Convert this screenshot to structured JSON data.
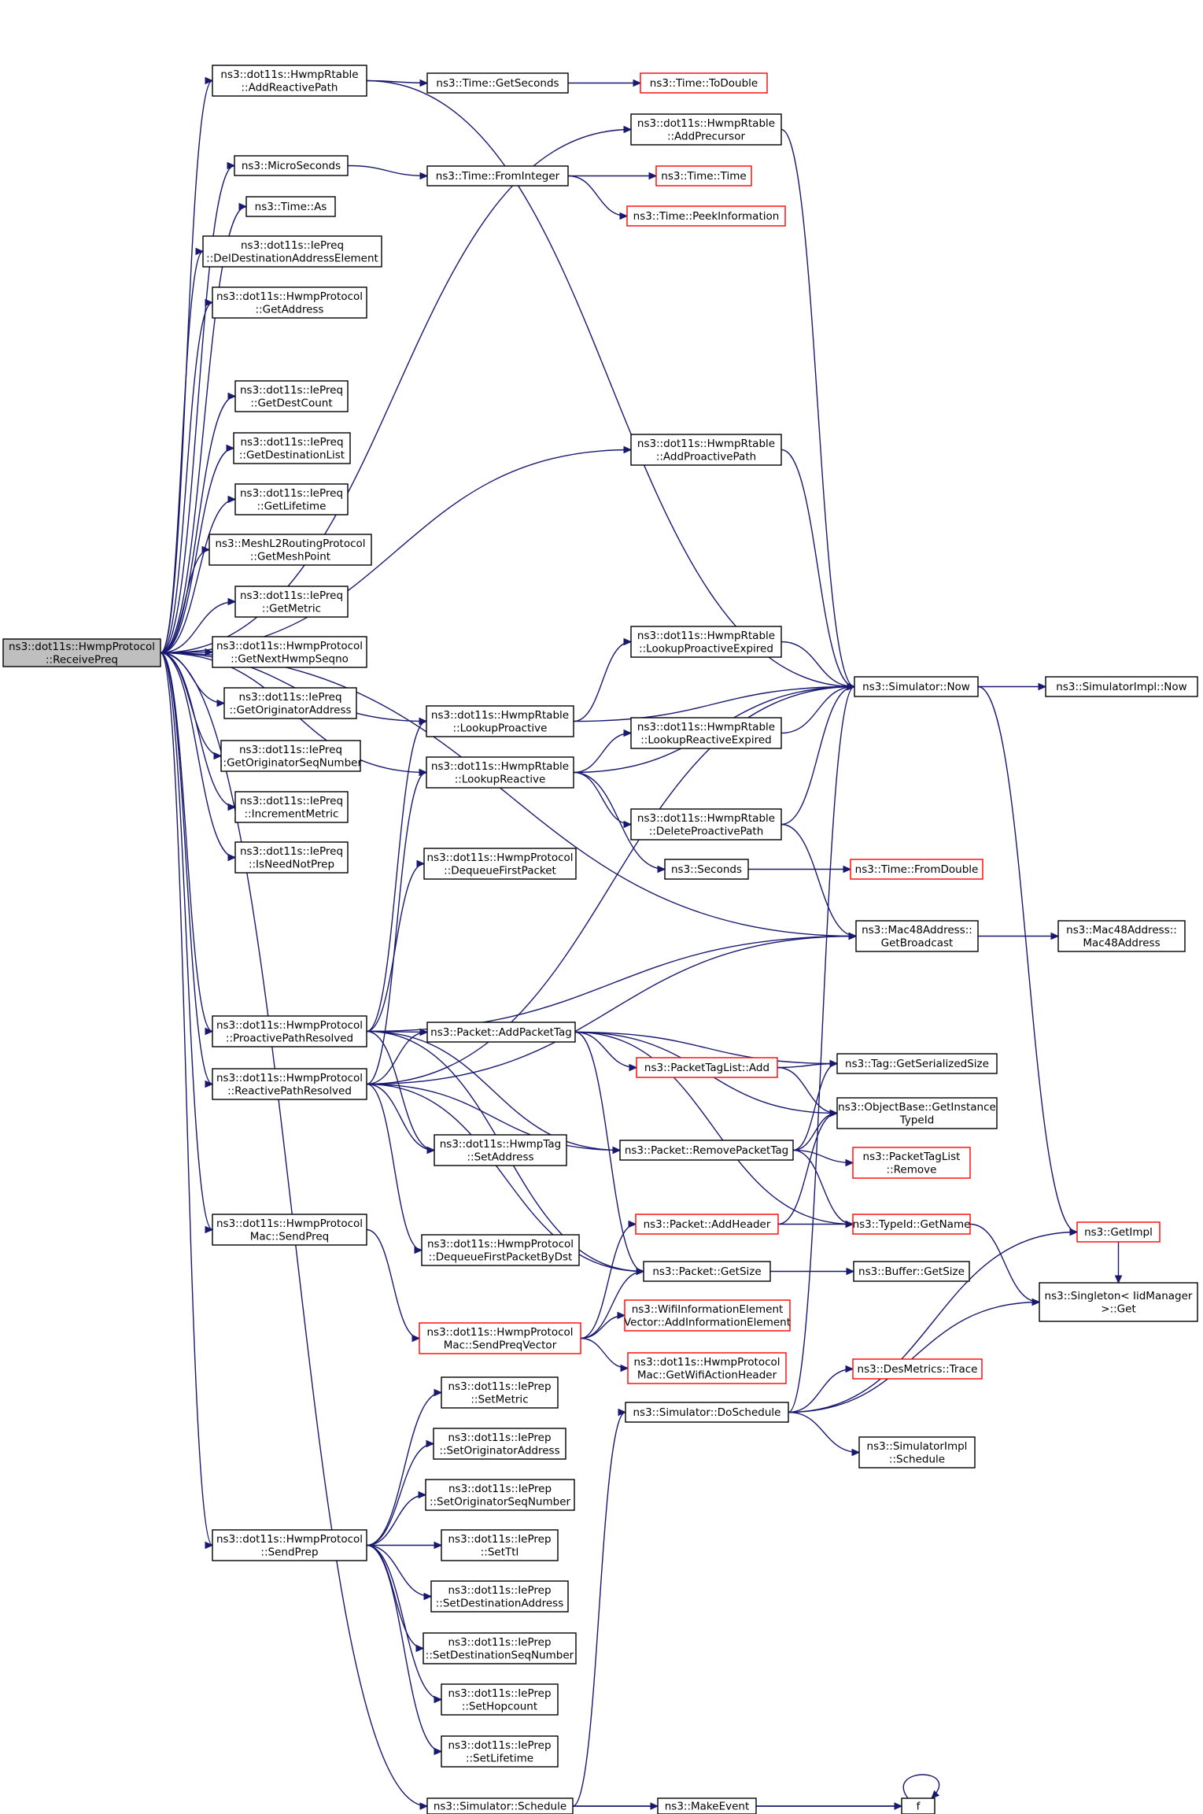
{
  "diagram": {
    "type": "call-graph",
    "nodes": [
      {
        "id": "receive",
        "lines": [
          "ns3::dot11s::HwmpProtocol",
          "::ReceivePreq"
        ],
        "highlight": true
      },
      {
        "id": "addreactivepath",
        "lines": [
          "ns3::dot11s::HwmpRtable",
          "::AddReactivePath"
        ]
      },
      {
        "id": "getseconds",
        "lines": [
          "ns3::Time::GetSeconds"
        ]
      },
      {
        "id": "todouble",
        "lines": [
          "ns3::Time::ToDouble"
        ],
        "truncated": true
      },
      {
        "id": "addprecursor",
        "lines": [
          "ns3::dot11s::HwmpRtable",
          "::AddPrecursor"
        ]
      },
      {
        "id": "microseconds",
        "lines": [
          "ns3::MicroSeconds"
        ]
      },
      {
        "id": "frominteger",
        "lines": [
          "ns3::Time::FromInteger"
        ]
      },
      {
        "id": "timetime",
        "lines": [
          "ns3::Time::Time"
        ],
        "truncated": true
      },
      {
        "id": "peekinfo",
        "lines": [
          "ns3::Time::PeekInformation"
        ],
        "truncated": true
      },
      {
        "id": "timeas",
        "lines": [
          "ns3::Time::As"
        ]
      },
      {
        "id": "deldest",
        "lines": [
          "ns3::dot11s::IePreq",
          "::DelDestinationAddressElement"
        ]
      },
      {
        "id": "getaddress",
        "lines": [
          "ns3::dot11s::HwmpProtocol",
          "::GetAddress"
        ]
      },
      {
        "id": "getdestcount",
        "lines": [
          "ns3::dot11s::IePreq",
          "::GetDestCount"
        ]
      },
      {
        "id": "addproactivepath",
        "lines": [
          "ns3::dot11s::HwmpRtable",
          "::AddProactivePath"
        ]
      },
      {
        "id": "getdestlist",
        "lines": [
          "ns3::dot11s::IePreq",
          "::GetDestinationList"
        ]
      },
      {
        "id": "getlifetime",
        "lines": [
          "ns3::dot11s::IePreq",
          "::GetLifetime"
        ]
      },
      {
        "id": "getmeshpoint",
        "lines": [
          "ns3::MeshL2RoutingProtocol",
          "::GetMeshPoint"
        ]
      },
      {
        "id": "getmetric",
        "lines": [
          "ns3::dot11s::IePreq",
          "::GetMetric"
        ]
      },
      {
        "id": "getnexthwmp",
        "lines": [
          "ns3::dot11s::HwmpProtocol",
          "::GetNextHwmpSeqno"
        ]
      },
      {
        "id": "getorigaddr",
        "lines": [
          "ns3::dot11s::IePreq",
          "::GetOriginatorAddress"
        ]
      },
      {
        "id": "getorigseq",
        "lines": [
          "ns3::dot11s::IePreq",
          "::GetOriginatorSeqNumber"
        ]
      },
      {
        "id": "incmetric",
        "lines": [
          "ns3::dot11s::IePreq",
          "::IncrementMetric"
        ]
      },
      {
        "id": "isneednotprep",
        "lines": [
          "ns3::dot11s::IePreq",
          "::IsNeedNotPrep"
        ]
      },
      {
        "id": "lookupproactiveexp",
        "lines": [
          "ns3::dot11s::HwmpRtable",
          "::LookupProactiveExpired"
        ]
      },
      {
        "id": "simnow",
        "lines": [
          "ns3::Simulator::Now"
        ]
      },
      {
        "id": "simimplnow",
        "lines": [
          "ns3::SimulatorImpl::Now"
        ]
      },
      {
        "id": "lookupproactive",
        "lines": [
          "ns3::dot11s::HwmpRtable",
          "::LookupProactive"
        ]
      },
      {
        "id": "lookupreactiveexp",
        "lines": [
          "ns3::dot11s::HwmpRtable",
          "::LookupReactiveExpired"
        ]
      },
      {
        "id": "lookupreactive",
        "lines": [
          "ns3::dot11s::HwmpRtable",
          "::LookupReactive"
        ]
      },
      {
        "id": "deleteproactive",
        "lines": [
          "ns3::dot11s::HwmpRtable",
          "::DeleteProactivePath"
        ]
      },
      {
        "id": "dequeuefirst",
        "lines": [
          "ns3::dot11s::HwmpProtocol",
          "::DequeueFirstPacket"
        ]
      },
      {
        "id": "seconds",
        "lines": [
          "ns3::Seconds"
        ]
      },
      {
        "id": "fromdouble",
        "lines": [
          "ns3::Time::FromDouble"
        ],
        "truncated": true
      },
      {
        "id": "getbroadcast",
        "lines": [
          "ns3::Mac48Address::",
          "GetBroadcast"
        ]
      },
      {
        "id": "mac48",
        "lines": [
          "ns3::Mac48Address::",
          "Mac48Address"
        ]
      },
      {
        "id": "proactiveresolved",
        "lines": [
          "ns3::dot11s::HwmpProtocol",
          "::ProactivePathResolved"
        ]
      },
      {
        "id": "addpackettag",
        "lines": [
          "ns3::Packet::AddPacketTag"
        ]
      },
      {
        "id": "ptladd",
        "lines": [
          "ns3::PacketTagList::Add"
        ],
        "truncated": true
      },
      {
        "id": "getserialized",
        "lines": [
          "ns3::Tag::GetSerializedSize"
        ]
      },
      {
        "id": "reactiveresolved",
        "lines": [
          "ns3::dot11s::HwmpProtocol",
          "::ReactivePathResolved"
        ]
      },
      {
        "id": "getinstancetypeid",
        "lines": [
          "ns3::ObjectBase::GetInstance",
          "TypeId"
        ]
      },
      {
        "id": "setaddress",
        "lines": [
          "ns3::dot11s::HwmpTag",
          "::SetAddress"
        ]
      },
      {
        "id": "removepackettag",
        "lines": [
          "ns3::Packet::RemovePacketTag"
        ]
      },
      {
        "id": "ptlremove",
        "lines": [
          "ns3::PacketTagList",
          "::Remove"
        ],
        "truncated": true
      },
      {
        "id": "sendpreq",
        "lines": [
          "ns3::dot11s::HwmpProtocol",
          "Mac::SendPreq"
        ]
      },
      {
        "id": "addheader",
        "lines": [
          "ns3::Packet::AddHeader"
        ],
        "truncated": true
      },
      {
        "id": "typeidgetname",
        "lines": [
          "ns3::TypeId::GetName"
        ],
        "truncated": true
      },
      {
        "id": "getimpl",
        "lines": [
          "ns3::GetImpl"
        ],
        "truncated": true
      },
      {
        "id": "dequeuebydst",
        "lines": [
          "ns3::dot11s::HwmpProtocol",
          "::DequeueFirstPacketByDst"
        ]
      },
      {
        "id": "packetgetsize",
        "lines": [
          "ns3::Packet::GetSize"
        ]
      },
      {
        "id": "buffergetsize",
        "lines": [
          "ns3::Buffer::GetSize"
        ]
      },
      {
        "id": "singleton",
        "lines": [
          "ns3::Singleton< IidManager",
          ">::Get"
        ]
      },
      {
        "id": "sendpreqvector",
        "lines": [
          "ns3::dot11s::HwmpProtocol",
          "Mac::SendPreqVector"
        ],
        "truncated": true
      },
      {
        "id": "wifiinfo",
        "lines": [
          "ns3::WifiInformationElement",
          "Vector::AddInformationElement"
        ],
        "truncated": true
      },
      {
        "id": "getwifiaction",
        "lines": [
          "ns3::dot11s::HwmpProtocol",
          "Mac::GetWifiActionHeader"
        ],
        "truncated": true
      },
      {
        "id": "desmetrics",
        "lines": [
          "ns3::DesMetrics::Trace"
        ],
        "truncated": true
      },
      {
        "id": "setmetric",
        "lines": [
          "ns3::dot11s::IePrep",
          "::SetMetric"
        ]
      },
      {
        "id": "doschedule",
        "lines": [
          "ns3::Simulator::DoSchedule"
        ]
      },
      {
        "id": "simimplschedule",
        "lines": [
          "ns3::SimulatorImpl",
          "::Schedule"
        ]
      },
      {
        "id": "setorigaddr",
        "lines": [
          "ns3::dot11s::IePrep",
          "::SetOriginatorAddress"
        ]
      },
      {
        "id": "setorigseq",
        "lines": [
          "ns3::dot11s::IePrep",
          "::SetOriginatorSeqNumber"
        ]
      },
      {
        "id": "sendprep",
        "lines": [
          "ns3::dot11s::HwmpProtocol",
          "::SendPrep"
        ]
      },
      {
        "id": "setttl",
        "lines": [
          "ns3::dot11s::IePrep",
          "::SetTtl"
        ]
      },
      {
        "id": "setdestaddr",
        "lines": [
          "ns3::dot11s::IePrep",
          "::SetDestinationAddress"
        ]
      },
      {
        "id": "setdestseq",
        "lines": [
          "ns3::dot11s::IePrep",
          "::SetDestinationSeqNumber"
        ]
      },
      {
        "id": "sethopcount",
        "lines": [
          "ns3::dot11s::IePrep",
          "::SetHopcount"
        ]
      },
      {
        "id": "setlifetime",
        "lines": [
          "ns3::dot11s::IePrep",
          "::SetLifetime"
        ]
      },
      {
        "id": "makeevent",
        "lines": [
          "ns3::MakeEvent"
        ]
      },
      {
        "id": "f",
        "lines": [
          "f"
        ]
      },
      {
        "id": "simschedule",
        "lines": [
          "ns3::Simulator::Schedule"
        ]
      }
    ],
    "edges": [
      [
        "receive",
        "addreactivepath"
      ],
      [
        "receive",
        "addprecursor"
      ],
      [
        "receive",
        "microseconds"
      ],
      [
        "receive",
        "timeas"
      ],
      [
        "receive",
        "deldest"
      ],
      [
        "receive",
        "getaddress"
      ],
      [
        "receive",
        "addproactivepath"
      ],
      [
        "receive",
        "getdestcount"
      ],
      [
        "receive",
        "getdestlist"
      ],
      [
        "receive",
        "getlifetime"
      ],
      [
        "receive",
        "getmeshpoint"
      ],
      [
        "receive",
        "getmetric"
      ],
      [
        "receive",
        "getnexthwmp"
      ],
      [
        "receive",
        "getorigaddr"
      ],
      [
        "receive",
        "getorigseq"
      ],
      [
        "receive",
        "incmetric"
      ],
      [
        "receive",
        "isneednotprep"
      ],
      [
        "receive",
        "lookupproactive"
      ],
      [
        "receive",
        "lookupreactive"
      ],
      [
        "receive",
        "getbroadcast"
      ],
      [
        "receive",
        "proactiveresolved"
      ],
      [
        "receive",
        "reactiveresolved"
      ],
      [
        "receive",
        "sendpreq"
      ],
      [
        "receive",
        "sendprep"
      ],
      [
        "receive",
        "simschedule"
      ],
      [
        "addreactivepath",
        "getseconds"
      ],
      [
        "addreactivepath",
        "simnow"
      ],
      [
        "getseconds",
        "todouble"
      ],
      [
        "addprecursor",
        "simnow"
      ],
      [
        "microseconds",
        "frominteger"
      ],
      [
        "frominteger",
        "timetime"
      ],
      [
        "frominteger",
        "peekinfo"
      ],
      [
        "addproactivepath",
        "simnow"
      ],
      [
        "lookupproactive",
        "lookupproactiveexp"
      ],
      [
        "lookupproactive",
        "simnow"
      ],
      [
        "lookupproactiveexp",
        "simnow"
      ],
      [
        "lookupreactive",
        "lookupreactiveexp"
      ],
      [
        "lookupreactive",
        "simnow"
      ],
      [
        "lookupreactive",
        "deleteproactive"
      ],
      [
        "lookupreactive",
        "seconds"
      ],
      [
        "lookupreactiveexp",
        "simnow"
      ],
      [
        "deleteproactive",
        "simnow"
      ],
      [
        "deleteproactive",
        "getbroadcast"
      ],
      [
        "seconds",
        "fromdouble"
      ],
      [
        "simnow",
        "simimplnow"
      ],
      [
        "simnow",
        "getimpl"
      ],
      [
        "getbroadcast",
        "mac48"
      ],
      [
        "proactiveresolved",
        "lookupproactive"
      ],
      [
        "proactiveresolved",
        "dequeuefirst"
      ],
      [
        "proactiveresolved",
        "getbroadcast"
      ],
      [
        "proactiveresolved",
        "addpackettag"
      ],
      [
        "proactiveresolved",
        "setaddress"
      ],
      [
        "proactiveresolved",
        "removepackettag"
      ],
      [
        "proactiveresolved",
        "packetgetsize"
      ],
      [
        "reactiveresolved",
        "lookupreactive"
      ],
      [
        "reactiveresolved",
        "simnow"
      ],
      [
        "reactiveresolved",
        "getbroadcast"
      ],
      [
        "reactiveresolved",
        "addpackettag"
      ],
      [
        "reactiveresolved",
        "setaddress"
      ],
      [
        "reactiveresolved",
        "removepackettag"
      ],
      [
        "reactiveresolved",
        "dequeuebydst"
      ],
      [
        "reactiveresolved",
        "packetgetsize"
      ],
      [
        "addpackettag",
        "ptladd"
      ],
      [
        "addpackettag",
        "getserialized"
      ],
      [
        "addpackettag",
        "getinstancetypeid"
      ],
      [
        "addpackettag",
        "typeidgetname"
      ],
      [
        "addpackettag",
        "packetgetsize"
      ],
      [
        "ptladd",
        "getserialized"
      ],
      [
        "ptladd",
        "getinstancetypeid"
      ],
      [
        "removepackettag",
        "getserialized"
      ],
      [
        "removepackettag",
        "getinstancetypeid"
      ],
      [
        "removepackettag",
        "ptlremove"
      ],
      [
        "removepackettag",
        "typeidgetname"
      ],
      [
        "addheader",
        "typeidgetname"
      ],
      [
        "addheader",
        "getinstancetypeid"
      ],
      [
        "typeidgetname",
        "singleton"
      ],
      [
        "getimpl",
        "singleton"
      ],
      [
        "packetgetsize",
        "buffergetsize"
      ],
      [
        "sendpreq",
        "sendpreqvector"
      ],
      [
        "sendpreqvector",
        "addheader"
      ],
      [
        "sendpreqvector",
        "packetgetsize"
      ],
      [
        "sendpreqvector",
        "wifiinfo"
      ],
      [
        "sendpreqvector",
        "getwifiaction"
      ],
      [
        "doschedule",
        "simnow"
      ],
      [
        "doschedule",
        "getimpl"
      ],
      [
        "doschedule",
        "desmetrics"
      ],
      [
        "doschedule",
        "singleton"
      ],
      [
        "doschedule",
        "simimplschedule"
      ],
      [
        "sendprep",
        "setmetric"
      ],
      [
        "sendprep",
        "setorigaddr"
      ],
      [
        "sendprep",
        "setorigseq"
      ],
      [
        "sendprep",
        "setttl"
      ],
      [
        "sendprep",
        "setdestaddr"
      ],
      [
        "sendprep",
        "setdestseq"
      ],
      [
        "sendprep",
        "sethopcount"
      ],
      [
        "sendprep",
        "setlifetime"
      ],
      [
        "simschedule",
        "makeevent"
      ],
      [
        "simschedule",
        "f"
      ],
      [
        "simschedule",
        "doschedule"
      ],
      [
        "makeevent",
        "f"
      ],
      [
        "f",
        "f"
      ]
    ]
  },
  "colors": {
    "edge": "#191970",
    "node_border": "#000000",
    "truncated_border": "#ff0000",
    "highlight_fill": "#bfbfbf"
  }
}
